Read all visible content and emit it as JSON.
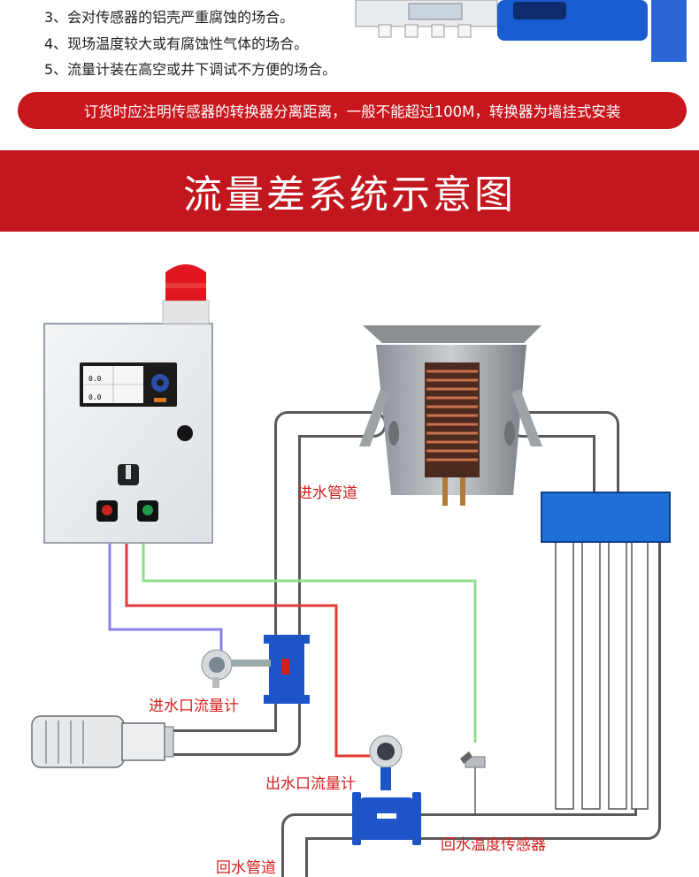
{
  "list": {
    "item3": "3、会对传感器的铝壳严重腐蚀的场合。",
    "item4": "4、现场温度较大或有腐蚀性气体的场合。",
    "item5": "5、流量计装在高空或井下调试不方便的场合。"
  },
  "notice": "订货时应注明传感器的转换器分离距离，一般不能超过100M，转换器为墙挂式安装",
  "section_title": "流量差系统示意图",
  "labels": {
    "inlet_pipe": "进水管道",
    "inlet_flowmeter": "进水口流量计",
    "outlet_flowmeter": "出水口流量计",
    "return_temp_sensor": "回水温度传感器",
    "return_pipe": "回水管道"
  },
  "panel": {
    "display_values": [
      "0.0",
      "0.0"
    ]
  },
  "colors": {
    "brand_red": "#c2171e",
    "pipe_outline": "#555555",
    "wire_purple": "#8a82e8",
    "wire_red": "#e23a36",
    "wire_green": "#8be08a",
    "flowmeter_blue": "#1d55c9",
    "tank_blue": "#1f6fd6"
  },
  "icons": [
    "alarm-beacon-icon",
    "control-cabinet-icon",
    "furnace-icon",
    "flowmeter-icon",
    "pump-motor-icon",
    "temperature-probe-icon",
    "cooling-tank-icon"
  ]
}
